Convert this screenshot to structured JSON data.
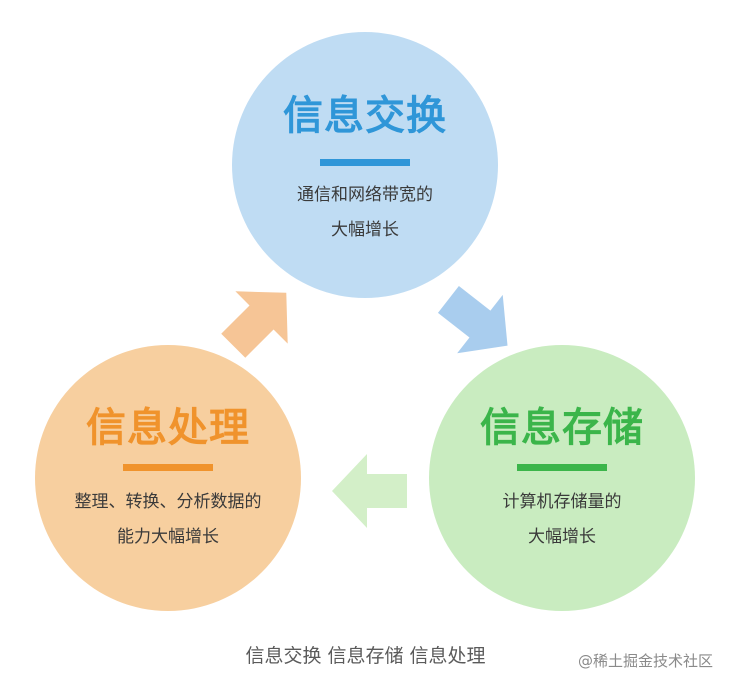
{
  "nodes": {
    "exchange": {
      "title": "信息交换",
      "desc_line1": "通信和网络带宽的",
      "desc_line2": "大幅增长",
      "color": "#bfdcf3",
      "accent": "#2f96d8"
    },
    "storage": {
      "title": "信息存储",
      "desc_line1": "计算机存储量的",
      "desc_line2": "大幅增长",
      "color": "#c9ecc0",
      "accent": "#3bb54a"
    },
    "processing": {
      "title": "信息处理",
      "desc_line1": "整理、转换、分析数据的",
      "desc_line2": "能力大幅增长",
      "color": "#f7cf9f",
      "accent": "#f0932c"
    }
  },
  "arrows": {
    "to_storage_color": "#a9cdee",
    "to_processing_color": "#d3efc8",
    "to_exchange_color": "#f6c596"
  },
  "caption": "信息交换 信息存储 信息处理",
  "watermark": "@稀土掘金技术社区"
}
